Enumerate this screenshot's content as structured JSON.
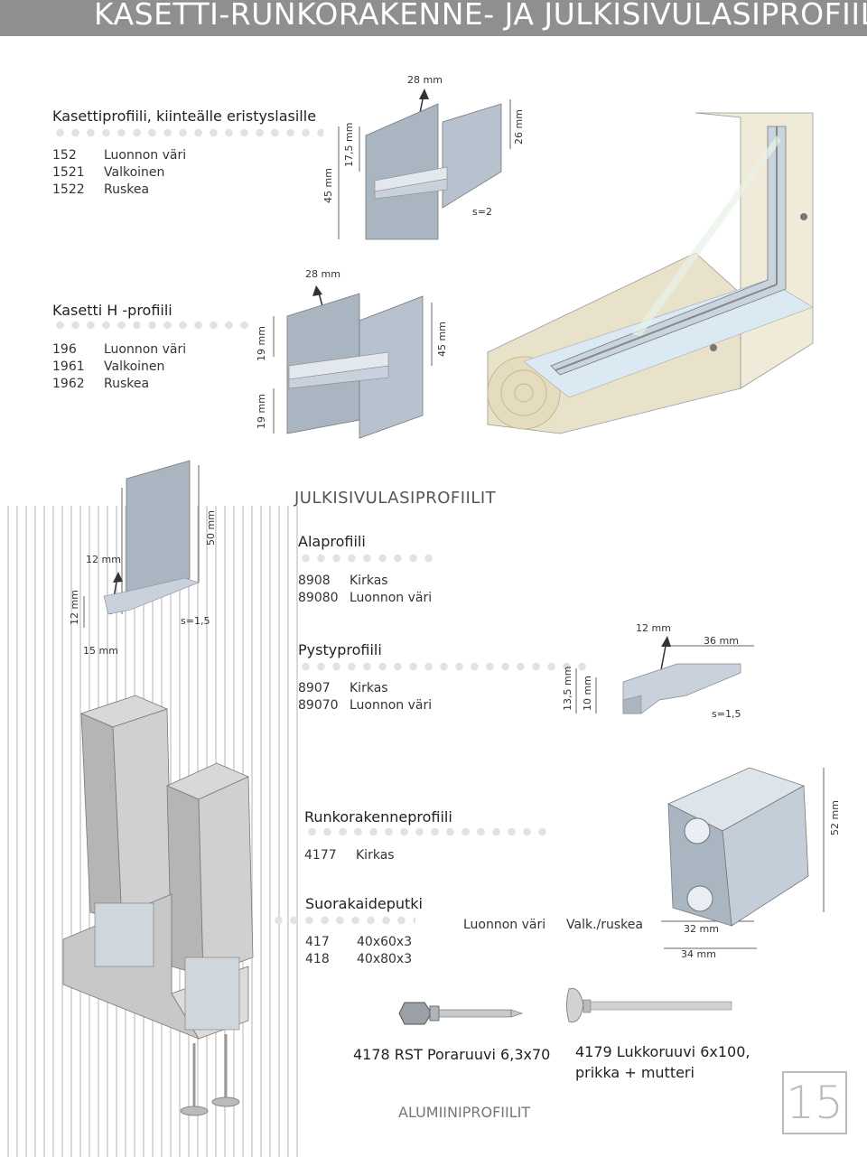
{
  "header": {
    "title": "KASETTI-RUNKORAKENNE- JA JULKISIVULASIPROFIILIT"
  },
  "kasetti": {
    "title": "Kasettiprofiili, kiinteälle eristyslasille",
    "items": [
      {
        "code": "152",
        "name": "Luonnon väri"
      },
      {
        "code": "1521",
        "name": "Valkoinen"
      },
      {
        "code": "1522",
        "name": "Ruskea"
      }
    ],
    "dims": {
      "top": "28 mm",
      "height": "45 mm",
      "inner": "17,5 mm",
      "side": "26 mm",
      "s": "s=2"
    }
  },
  "kasetti_h": {
    "title": "Kasetti H -profiili",
    "items": [
      {
        "code": "196",
        "name": "Luonnon väri"
      },
      {
        "code": "1961",
        "name": "Valkoinen"
      },
      {
        "code": "1962",
        "name": "Ruskea"
      }
    ],
    "dims": {
      "top": "28 mm",
      "upper": "19 mm",
      "lower": "19 mm",
      "height": "45 mm"
    }
  },
  "julkisivu": {
    "heading": "JULKISIVULASIPROFIILIT",
    "ala": {
      "title": "Alaprofiili",
      "items": [
        {
          "code": "8908",
          "name": "Kirkas"
        },
        {
          "code": "89080",
          "name": "Luonnon väri"
        }
      ],
      "dims": {
        "top": "12 mm",
        "height": "50 mm",
        "left": "12 mm",
        "bottom": "15 mm",
        "s": "s=1,5"
      }
    },
    "pysty": {
      "title": "Pystyprofiili",
      "items": [
        {
          "code": "8907",
          "name": "Kirkas"
        },
        {
          "code": "89070",
          "name": "Luonnon väri"
        }
      ],
      "dims": {
        "top": "12 mm",
        "width": "36 mm",
        "h1": "13,5 mm",
        "h2": "10 mm",
        "s": "s=1,5"
      }
    }
  },
  "runko": {
    "title": "Runkorakenneprofiili",
    "items": [
      {
        "code": "4177",
        "name": "Kirkas"
      }
    ],
    "dims": {
      "height": "52 mm",
      "w1": "32 mm",
      "w2": "34 mm"
    }
  },
  "suora": {
    "title": "Suorakaideputki",
    "col_a": "Luonnon väri",
    "col_b": "Valk./ruskea",
    "items": [
      {
        "code": "417",
        "name": "40x60x3"
      },
      {
        "code": "418",
        "name": "40x80x3"
      }
    ]
  },
  "screws": {
    "a": "4178 RST Poraruuvi 6,3x70",
    "b_line1": "4179 Lukkoruuvi 6x100,",
    "b_line2": "prikka + mutteri"
  },
  "footer": {
    "label": "ALUMIINIPROFIILIT",
    "page": "15"
  }
}
